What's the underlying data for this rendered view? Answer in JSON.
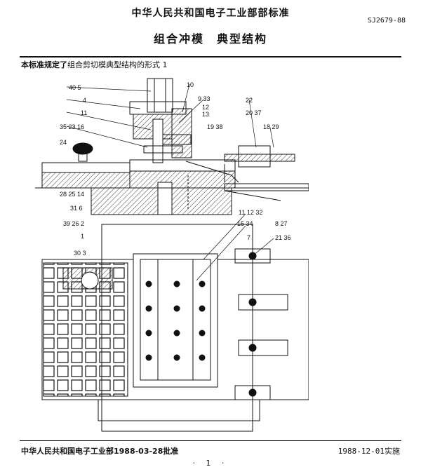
{
  "header": {
    "org_standard": "中华人民共和国电子工业部部标准",
    "code": "SJ2679-88",
    "title": "组合冲模　典型结构"
  },
  "scope": {
    "lead": "本标准规定了",
    "rest": "组合剪切模典型结构的形式 1"
  },
  "callouts": {
    "c1": "40 5",
    "c2": "4",
    "c3": "11",
    "c4": "35 23 16",
    "c5": "24",
    "c6": "28 25 14",
    "c7": "31 6",
    "c8": "10",
    "c9": "9 33",
    "c10": "12",
    "c11": "13",
    "c12": "19 38",
    "c13": "22",
    "c14": "20 37",
    "c15": "18 29",
    "c16": "11 12 32",
    "c17": "39 26 2",
    "c18": "1",
    "c19": "30 3",
    "c20": "15 34",
    "c21": "8 27",
    "c22": "7",
    "c23": "21 36"
  },
  "footer": {
    "approved": "中华人民共和国电子工业部1988-03-28批准",
    "effective": "1988-12-01实施",
    "page": "· 1 ·"
  }
}
